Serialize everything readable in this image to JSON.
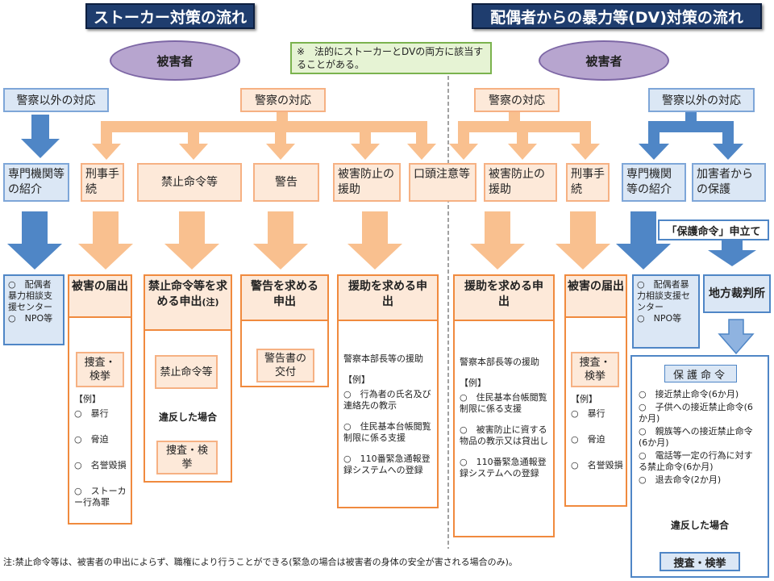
{
  "colors": {
    "orange_arrow": "#f9c08f",
    "blue_arrow": "#4f86c6",
    "header_bg": "#1f3d6e",
    "ellipse": "#b7a5cf"
  },
  "left": {
    "title": "ストーカー対策の流れ",
    "victim": "被害者",
    "non_police": "警察以外の対応",
    "police": "警察の対応",
    "referral": "専門機関等の紹介",
    "measures": [
      "刑事手続",
      "禁止命令等",
      "警告",
      "被害防止の援助",
      "口頭注意等"
    ],
    "panels": {
      "report_title": "被害の届出",
      "report_sub": "捜査・検挙",
      "report_example": "【例】",
      "report_items": [
        "○　暴行",
        "○　脅迫",
        "○　名誉毀損",
        "○　ストーカー行為罪"
      ],
      "order_title": "禁止命令等を求める申出",
      "order_note": "(注)",
      "order_sub": "禁止命令等",
      "order_violation": "違反した場合",
      "order_end": "捜査・検挙",
      "warn_title": "警告を求める申出",
      "warn_sub": "警告書の交付",
      "aid_title": "援助を求める申出",
      "aid_sub": "警察本部長等の援助",
      "aid_example": "【例】",
      "aid_items": [
        "○　行為者の氏名及び連絡先の教示",
        "○　住民基本台帳閲覧制限に係る支援",
        "○　110番緊急通報登録システムへの登録"
      ]
    },
    "referral_list": [
      "○　配偶者暴力相談支援センター",
      "○　NPO等"
    ]
  },
  "right": {
    "title": "配偶者からの暴力等(DV)対策の流れ",
    "victim": "被害者",
    "police": "警察の対応",
    "non_police": "警察以外の対応",
    "measures": [
      "被害防止の援助",
      "刑事手続",
      "専門機関等の紹介",
      "加害者からの保護"
    ],
    "protection_request": "「保護命令」申立て",
    "panels": {
      "aid_title": "援助を求める申出",
      "aid_sub": "警察本部長等の援助",
      "aid_example": "【例】",
      "aid_items": [
        "○　住民基本台帳閲覧制限に係る支援",
        "○　被害防止に資する物品の教示又は貸出し",
        "○　110番緊急通報登録システムへの登録"
      ],
      "report_title": "被害の届出",
      "report_sub": "捜査・検挙",
      "report_example": "【例】",
      "report_items": [
        "○　暴行",
        "○　脅迫",
        "○　名誉毀損"
      ],
      "court_title": "地方裁判所",
      "order_title": "保護命令",
      "order_items": [
        "○　接近禁止命令(6か月)",
        "○　子供への接近禁止命令(6か月)",
        "○　親族等への接近禁止命令(6か月)",
        "○　電話等一定の行為に対する禁止命令(6か月)",
        "○　退去命令(2か月)"
      ],
      "violation": "違反した場合",
      "end": "捜査・検挙"
    },
    "referral_list": [
      "○　配偶者暴力相談支援センター",
      "○　NPO等"
    ]
  },
  "center_note": "※　法的にストーカーとDVの両方に該当することがある。",
  "footnote": "注:禁止命令等は、被害者の申出によらず、職権により行うことができる(緊急の場合は被害者の身体の安全が害される場合のみ)。"
}
